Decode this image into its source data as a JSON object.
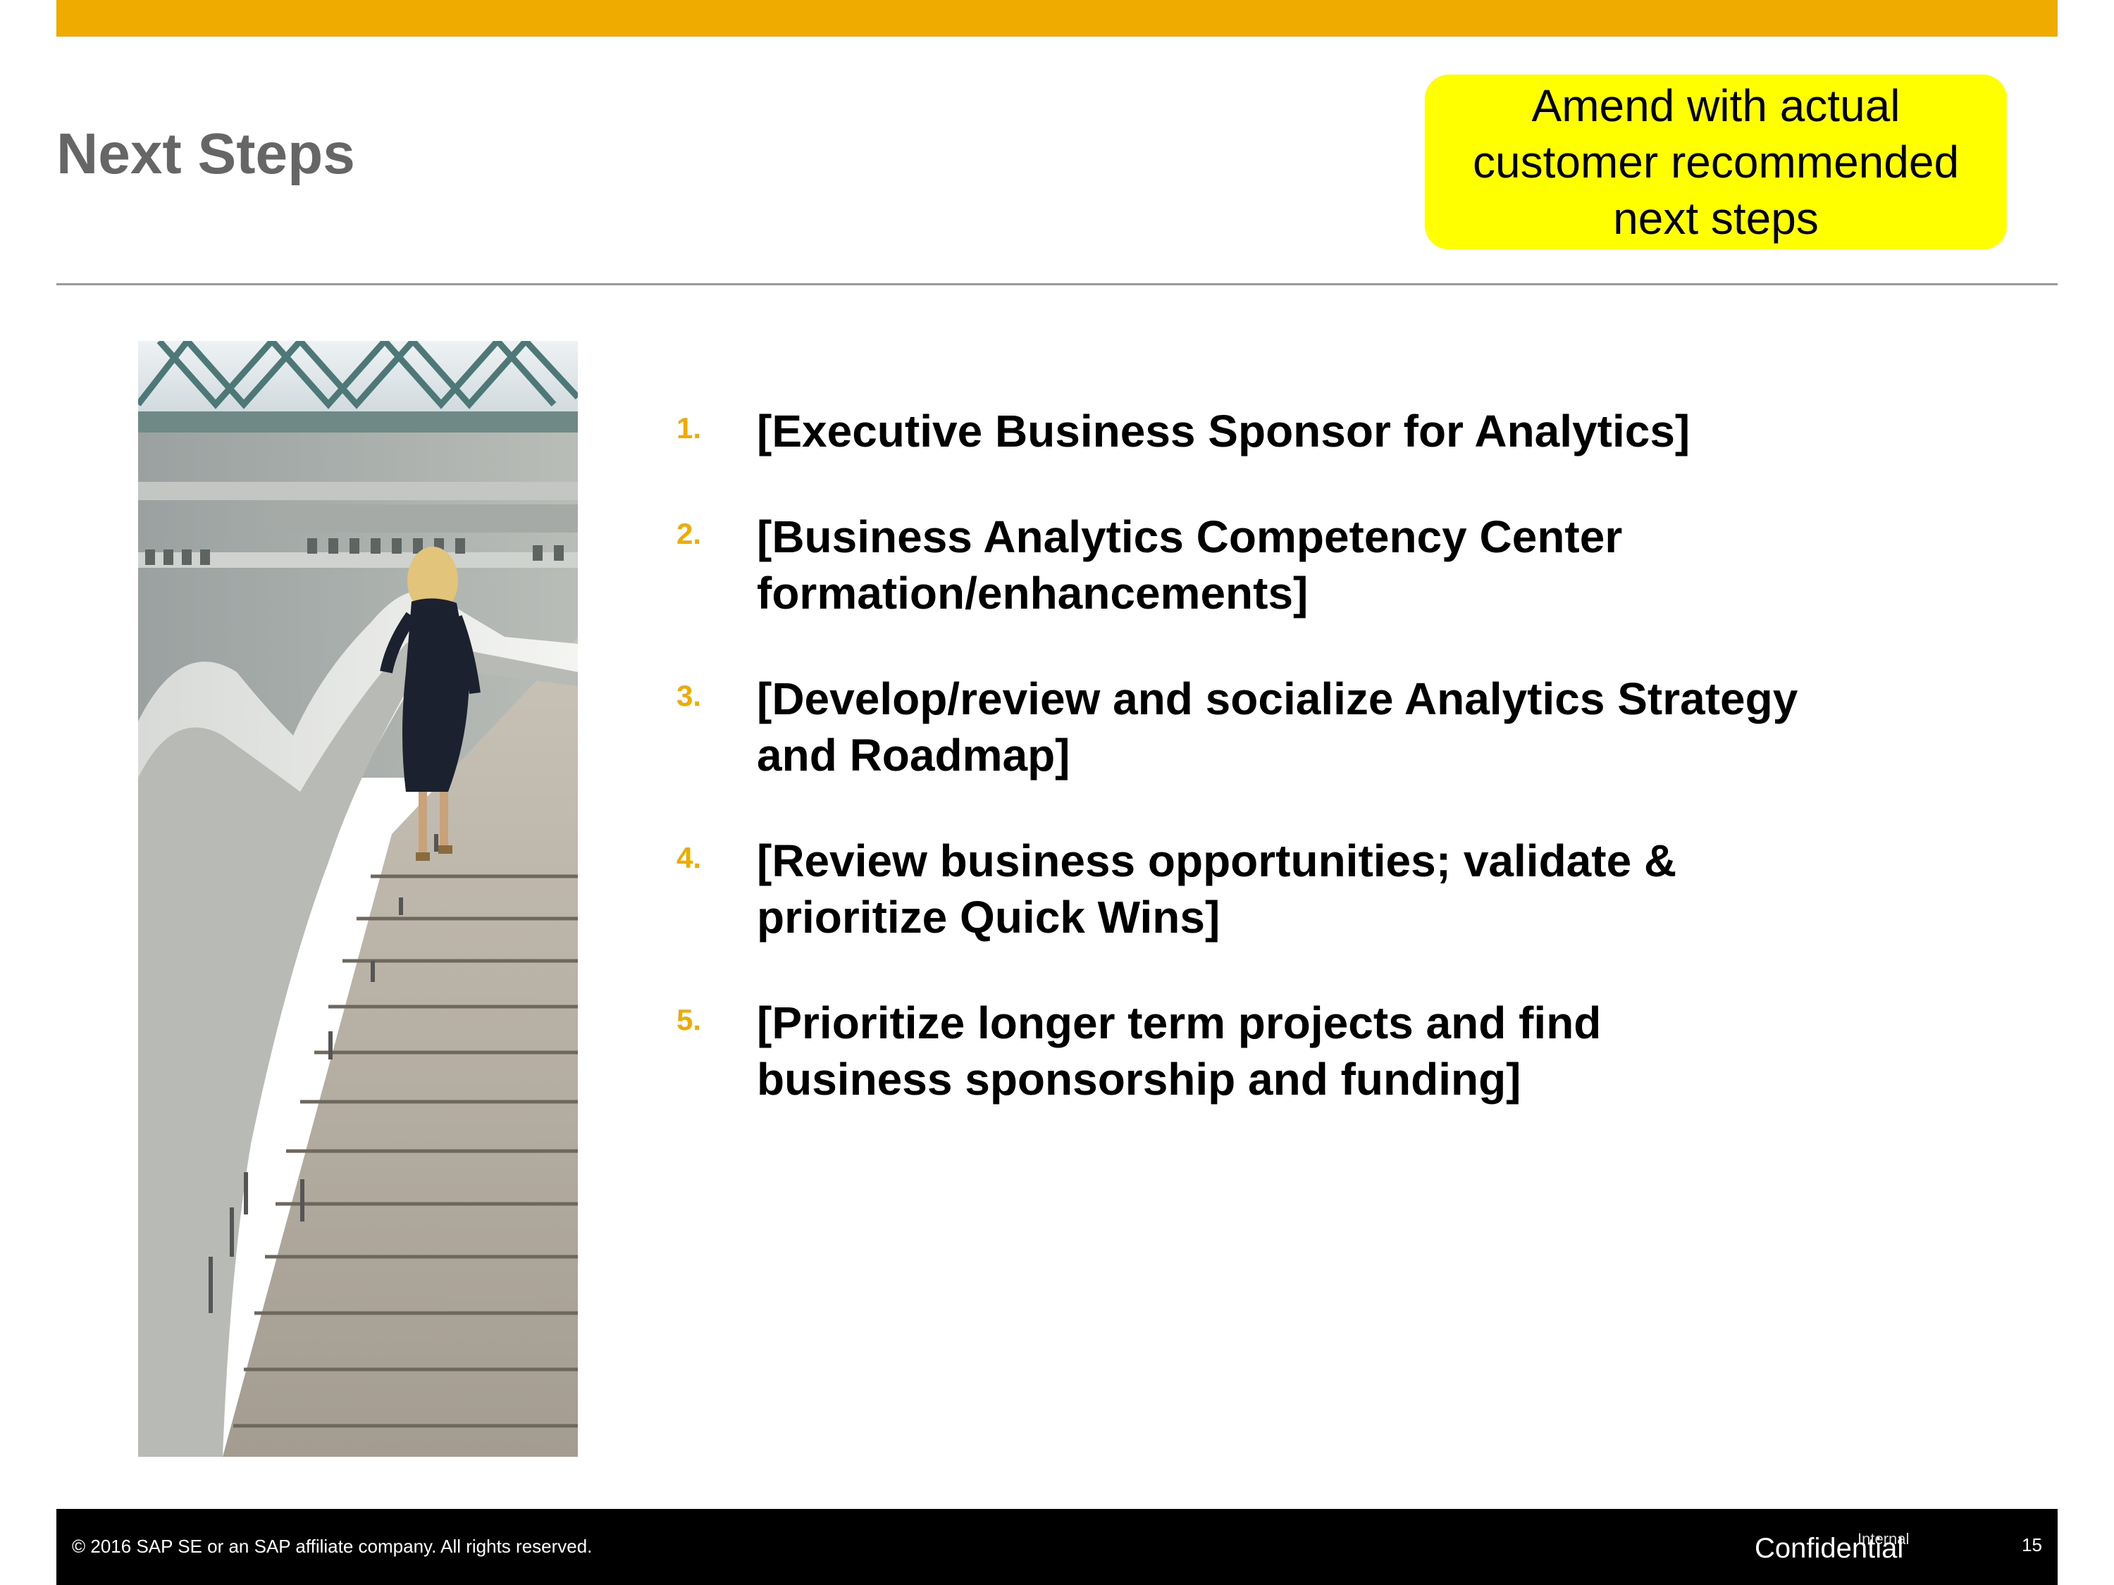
{
  "slide": {
    "title": "Next Steps",
    "note": {
      "line1": "Amend with actual",
      "line2": "customer recommended",
      "line3": "next steps"
    },
    "photo_alt": "Woman walking up a curved stone staircase"
  },
  "steps": [
    {
      "num": "1.",
      "lines": [
        "[Executive Business Sponsor for Analytics]"
      ]
    },
    {
      "num": "2.",
      "lines": [
        "[Business Analytics Competency Center",
        "formation/enhancements]"
      ]
    },
    {
      "num": "3.",
      "lines": [
        "[Develop/review and socialize Analytics Strategy",
        "and Roadmap]"
      ]
    },
    {
      "num": "4.",
      "lines": [
        "[Review business opportunities; validate &",
        "prioritize Quick Wins]"
      ]
    },
    {
      "num": "5.",
      "lines": [
        "[Prioritize longer term projects and find",
        "business sponsorship and funding]"
      ]
    }
  ],
  "footer": {
    "copyright": "© 2016 SAP SE or an SAP affiliate company. All rights reserved.",
    "internal": "Internal",
    "confidential": "Confidential",
    "page": "15"
  },
  "colors": {
    "accent": "#F0AB00",
    "note_bg": "#FFFF00",
    "title": "#666666",
    "footer_bg": "#000000"
  }
}
